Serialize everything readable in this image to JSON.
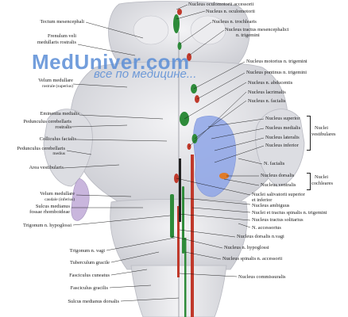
{
  "watermark": {
    "brand": "MedUniver.com",
    "tagline": "все по медицине..."
  },
  "labels": {
    "nucleus_oculomotorii_accessorii": "Nucleus oculomotorii accessorii",
    "tectum_mesencephali": "Tectum mesencephali",
    "nucleus_n_oculomotorii": "Nucleus n. oculomotorii",
    "nucleus_n_trochlearis": "Nucleus n. trochlearis",
    "nucleus_tractus_mesencephalici": "Nucleus tractus mesencephalici",
    "n_trigemini_top": "n. trigemini",
    "frenulum_veli": "Frenulum veli",
    "medullaris_rostralis": "medullaris rostralis",
    "nucleus_motorius_n_trigemini": "Nucleus motorius n. trigemini",
    "nucleus_pontinus_n_trigemini": "Nucleus pontinus n. trigemini",
    "velum_medullare": "Velum medullare",
    "rostrale_superius": "rostrale (superius)",
    "nucleus_n_abducentis": "Nucleus n. abducentis",
    "nucleus_lacrimalis": "Nucleus lacrimalis",
    "nucleus_n_facialis": "Nucleus n. facialis",
    "eminentia_medialis": "Eminentia medialis",
    "pedunculus_cerebellaris_rostralis_1": "Pedunculus cerebellaris",
    "pedunculus_cerebellaris_rostralis_2": "rostralis",
    "colliculus_facialis": "Colliculus facialis",
    "pedunculus_cerebellaris_medius_1": "Pedunculus cerebellaris",
    "pedunculus_cerebellaris_medius_2": "medius",
    "area_vestibularis": "Area vestibularis",
    "nucleus_superior": "Nucleus superior",
    "nucleus_medialis": "Nucleus medialis",
    "nucleus_lateralis": "Nucleus lateralis",
    "nucleus_inferior": "Nucleus inferior",
    "nuclei_vestibulares_1": "Nuclei",
    "nuclei_vestibulares_2": "vestibulares",
    "n_facialis": "N. facialis",
    "nucleus_dorsalis": "Nucleus dorsalis",
    "nucleus_ventralis": "Nucleus ventralis",
    "nuclei_cochleares_1": "Nuclei",
    "nuclei_cochleares_2": "cochleares",
    "nuclei_salivatorii_1": "Nuclei salivatorii superior",
    "nuclei_salivatorii_2": "et inferior",
    "nucleus_ambiguus": "Nucleus ambiguus",
    "nuclei_tractus_spinalis": "Nuclei et tractus spinalis n. trigemini",
    "nucleus_tractus_solitarius": "Nucleus tractus solitarius",
    "n_accessorius": "N. accessorius",
    "velum_medullare_caudale_1": "Velum medullare",
    "velum_medullare_caudale_2": "caudale (inferius)",
    "sulcus_medianus_1": "Sulcus medianus",
    "sulcus_medianus_2": "fossae rhomboideae",
    "trigonum_n_hypoglossi": "Trigonum n. hypoglossi",
    "nucleus_dorsalis_n_vagi": "Nucleus dorsalis n.vagi",
    "nucleus_n_hypoglossi": "Nucleus n. hypoglossi",
    "trigonum_n_vagi": "Trigonum n. vagi",
    "nucleus_spinalis_n_accessorii": "Nucleus spinalis n. accessorii",
    "tuberculum_gracile": "Tuberculum gracile",
    "fasciculus_cuneatus": "Fasciculus cuneatus",
    "nucleus_commissuralis": "Nucleus commissuralis",
    "fasciculus_gracilis": "Fasciculus gracilis",
    "sulcus_medianus_dorsalis": "Sulcus medianus dorsalis"
  },
  "colors": {
    "motor_nuclei": "#2e8b3a",
    "sensory_nuclei": "#c0392b",
    "vestibular_area": "#8fa6e8",
    "tissue": "#e9e9ec",
    "tissue_shadow": "#cfd0d6"
  }
}
